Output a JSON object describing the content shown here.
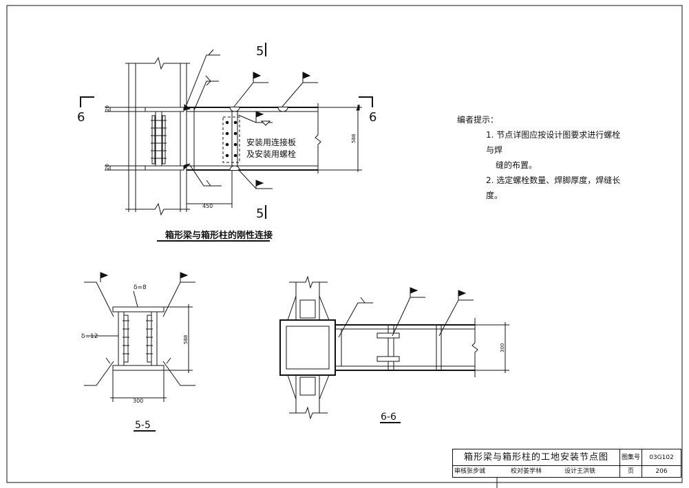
{
  "labels": {
    "sec5_top": "5",
    "sec5_bot": "5",
    "sec6_left": "6",
    "sec6_right": "6",
    "dim_20_top": "20",
    "dim_20_bot": "20",
    "dim_588_main": "588",
    "dim_450": "450",
    "install_note_1": "安装用连接板",
    "install_note_2": "及安装用螺栓",
    "main_caption": "箱形梁与箱形柱的刚性连接",
    "delta_8": "δ=8",
    "delta_12": "δ=12",
    "dim_588_s55": "588",
    "dim_300_s55": "300",
    "caption_55": "5-5",
    "dim_300_s66": "300",
    "caption_66": "6-6"
  },
  "notes": {
    "title": "编者提示：",
    "item1": "1. 节点详图应按设计图要求进行螺栓与焊",
    "item1_cont": "缝的布置。",
    "item2": "2. 选定螺栓数量、焊脚厚度，焊缝长度。"
  },
  "title_block": {
    "title": "箱形梁与箱形柱的工地安装节点图",
    "atlas_label": "图集号",
    "atlas_no": "03G102",
    "page_label": "页",
    "page_no": "206",
    "row2": [
      "审核",
      "张步诚",
      "校对",
      "姜学林",
      "设计",
      "王洪铁"
    ]
  }
}
